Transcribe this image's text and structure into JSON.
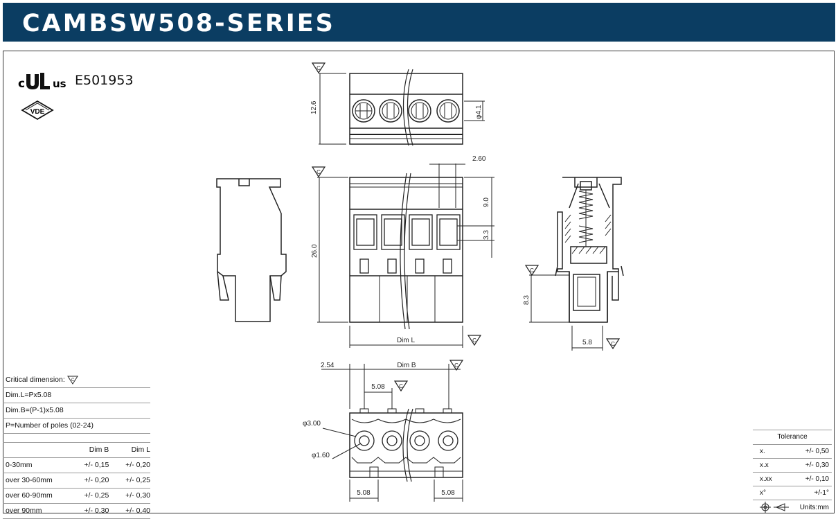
{
  "header": {
    "title": "CAMBSW508-SERIES"
  },
  "certifications": {
    "ul_mark_letters": "c UL us",
    "ul_number": "E501953",
    "vde_label": "VDE"
  },
  "dimensions": {
    "critical_symbol": "C",
    "top_view": {
      "height": "12.6",
      "hole": "φ4.1"
    },
    "front_view": {
      "pitch_small": "2.60",
      "d1": "9.0",
      "d2": "3.3",
      "height": "26.0",
      "width": "Dim L"
    },
    "side_view": {
      "height": "8.3",
      "width": "5.8"
    },
    "bottom_view": {
      "offset": "2.54",
      "dim_b": "Dim B",
      "pitch": "5.08",
      "d_outer": "φ3.00",
      "d_inner": "φ1.60",
      "left": "5.08",
      "right": "5.08"
    }
  },
  "spec": {
    "critical_label": "Critical dimension:",
    "lines": [
      "Dim.L=Px5.08",
      "Dim.B=(P-1)x5.08",
      "P=Number of poles (02-24)"
    ],
    "table": {
      "headers": [
        "",
        "Dim B",
        "Dim L"
      ],
      "rows": [
        [
          "0-30mm",
          "+/- 0,15",
          "+/- 0,20"
        ],
        [
          "over 30-60mm",
          "+/- 0,20",
          "+/- 0,25"
        ],
        [
          "over 60-90mm",
          "+/- 0,25",
          "+/- 0,30"
        ],
        [
          "over 90mm",
          "+/- 0,30",
          "+/- 0,40"
        ]
      ]
    }
  },
  "tolerance": {
    "title": "Tolerance",
    "rows": [
      [
        "x.",
        "+/- 0,50"
      ],
      [
        "x.x",
        "+/- 0,30"
      ],
      [
        "x.xx",
        "+/- 0,10"
      ],
      [
        "x°",
        "+/-1°"
      ]
    ],
    "units": "Units:mm"
  }
}
